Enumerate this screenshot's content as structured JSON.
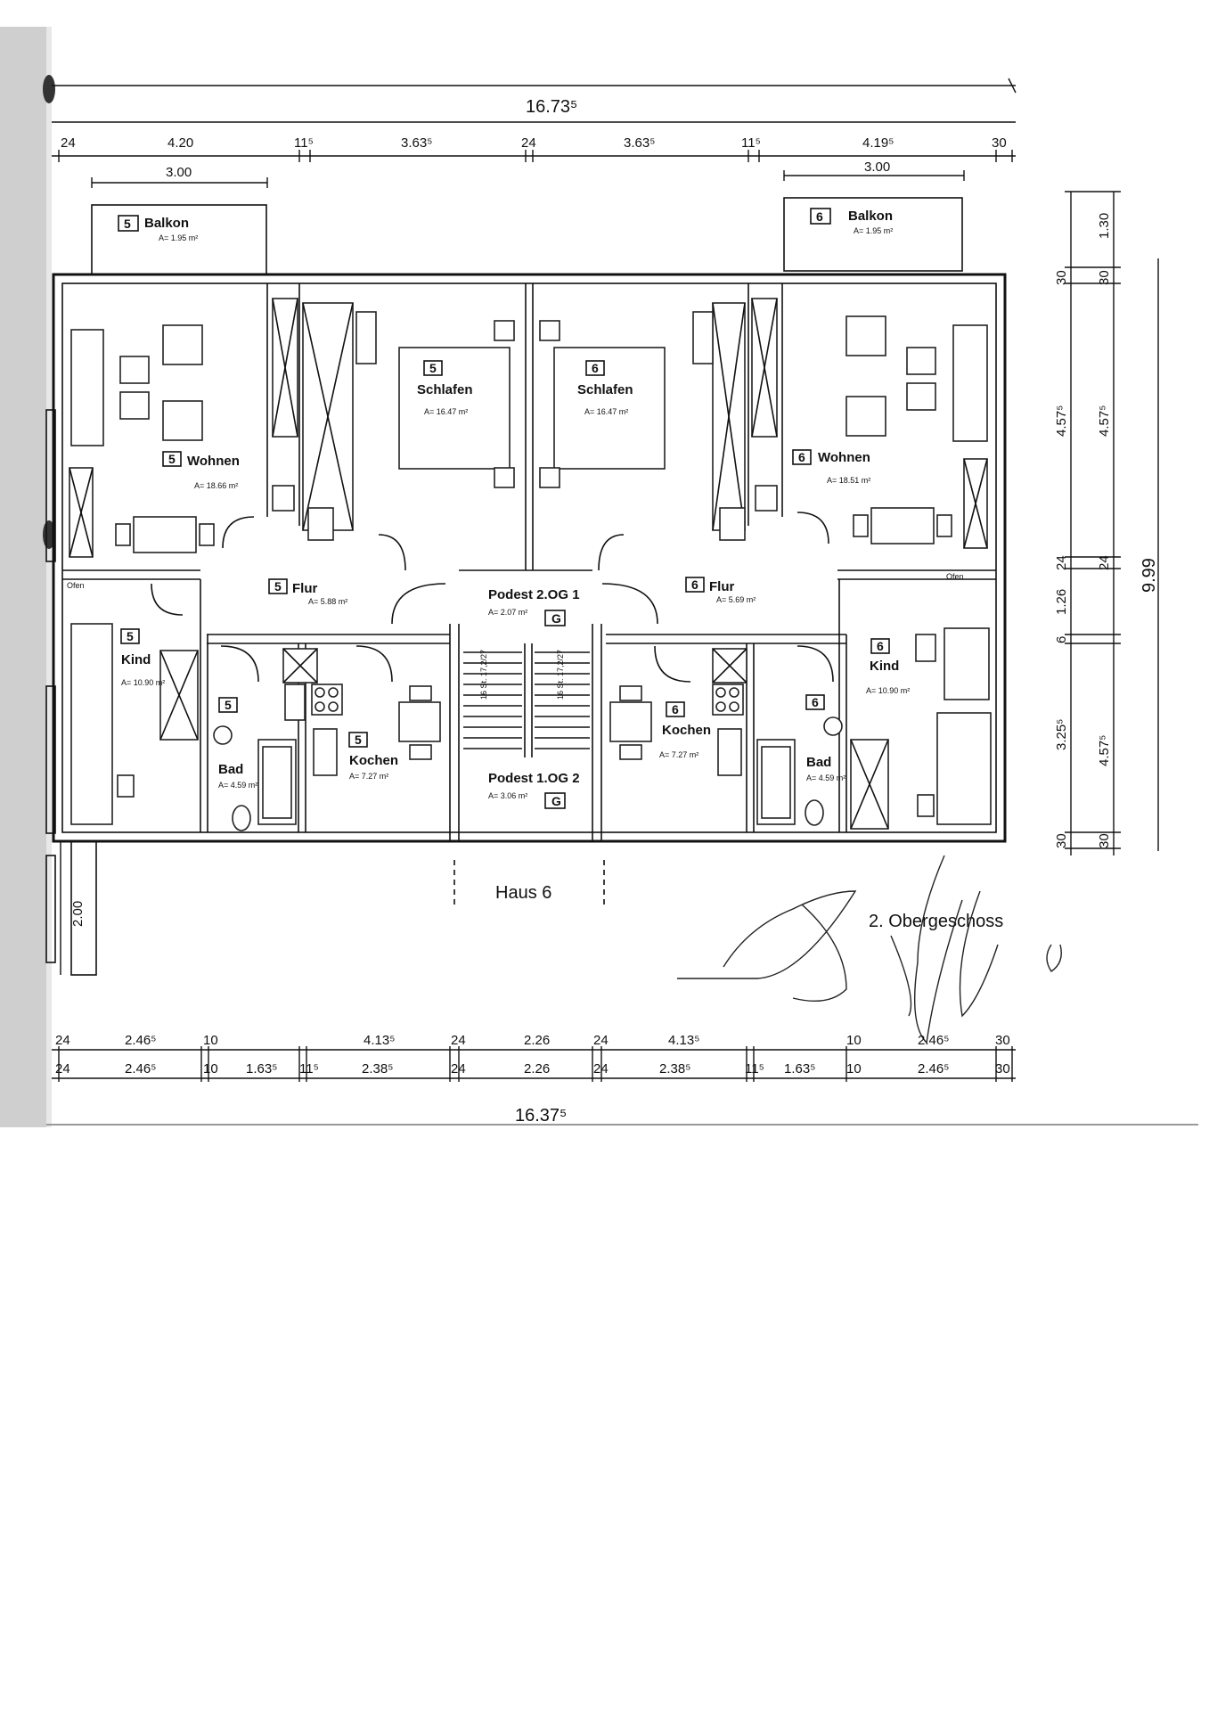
{
  "dimensions": {
    "overall_top": "16.73⁵",
    "overall_bottom": "16.37⁵",
    "top_segments": [
      "24",
      "4.20",
      "11⁵",
      "3.63⁵",
      "24",
      "3.63⁵",
      "11⁵",
      "4.19⁵",
      "30"
    ],
    "balcony_width_left": "3.00",
    "balcony_width_right": "3.00",
    "bottom_row1": [
      "24",
      "2.46⁵",
      "10",
      "4.13⁵",
      "24",
      "2.26",
      "24",
      "4.13⁵",
      "10",
      "2.46⁵",
      "30"
    ],
    "bottom_row2": [
      "24",
      "2.46⁵",
      "10",
      "1.63⁵",
      "11⁵",
      "2.38⁵",
      "24",
      "2.26",
      "24",
      "2.38⁵",
      "11⁵",
      "1.63⁵",
      "10",
      "2.46⁵",
      "30"
    ],
    "right_outer": [
      "1.30",
      "30",
      "4.57⁵",
      "24",
      "4.57⁵",
      "30"
    ],
    "right_inner": [
      "30",
      "4.57⁵",
      "24",
      "1.26",
      "6",
      "3.25⁵",
      "30"
    ],
    "right_total": "9.99",
    "left_bottom": "2.00"
  },
  "units": {
    "left": "5",
    "right": "6",
    "stair": "G"
  },
  "rooms": {
    "balkon_left": {
      "name": "Balkon",
      "area": "A= 1.95 m²"
    },
    "balkon_right": {
      "name": "Balkon",
      "area": "A= 1.95 m²"
    },
    "wohnen_left": {
      "name": "Wohnen",
      "area": "A= 18.66 m²"
    },
    "wohnen_right": {
      "name": "Wohnen",
      "area": "A= 18.51 m²"
    },
    "schlafen_left": {
      "name": "Schlafen",
      "area": "A= 16.47 m²"
    },
    "schlafen_right": {
      "name": "Schlafen",
      "area": "A= 16.47 m²"
    },
    "flur_left": {
      "name": "Flur",
      "area": "A= 5.88 m²"
    },
    "flur_right": {
      "name": "Flur",
      "area": "A= 5.69 m²"
    },
    "kind_left": {
      "name": "Kind",
      "area": "A= 10.90 m²"
    },
    "kind_right": {
      "name": "Kind",
      "area": "A= 10.90 m²"
    },
    "bad_left": {
      "name": "Bad",
      "area": "A= 4.59 m²"
    },
    "bad_right": {
      "name": "Bad",
      "area": "A= 4.59 m²"
    },
    "kochen_left": {
      "name": "Kochen",
      "area": "A= 7.27 m²"
    },
    "kochen_right": {
      "name": "Kochen",
      "area": "A= 7.27 m²"
    },
    "podest_upper": {
      "name": "Podest 2.OG 1",
      "area": "A= 2.07 m²"
    },
    "podest_lower": {
      "name": "Podest 1.OG 2",
      "area": "A= 3.06 m²"
    }
  },
  "fixtures": {
    "ofen": "Ofen",
    "stair_label": "16 St. 17,2/27"
  },
  "labels": {
    "house": "Haus 6",
    "floor": "2. Obergeschoss"
  }
}
